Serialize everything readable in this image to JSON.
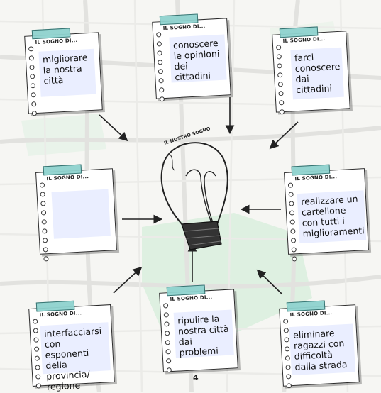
{
  "center": {
    "title": "IL NOSTRO SOGNO"
  },
  "note_header": "IL SOGNO DI...",
  "notes": [
    {
      "id": "top-left",
      "text": "migliorare la nostra città"
    },
    {
      "id": "top-center",
      "text": "conoscere le opinioni dei cittadini"
    },
    {
      "id": "top-right",
      "text": "farci conoscere dai cittadini"
    },
    {
      "id": "middle-left",
      "text": ""
    },
    {
      "id": "middle-right",
      "text": "realizzare un cartellone con tutti i miglioramenti"
    },
    {
      "id": "bottom-left",
      "text": "interfacciarsi con esponenti della provincia/ regione"
    },
    {
      "id": "bottom-center",
      "text": "ripulire la nostra città dai problemi"
    },
    {
      "id": "bottom-right",
      "text": "eliminare ragazzi con difficoltà dalla strada"
    }
  ],
  "page_number": "4",
  "colors": {
    "tape": "#8fd3cf",
    "text_box": "#eaeeff",
    "park": "#d8efdc"
  }
}
